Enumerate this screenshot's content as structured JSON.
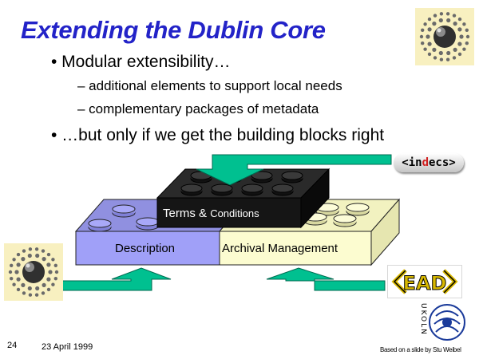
{
  "slide": {
    "title": "Extending the Dublin Core",
    "bullets": [
      {
        "text": "• Modular extensibility…",
        "subs": [
          "– additional elements to support local needs",
          "– complementary packages of metadata"
        ]
      },
      {
        "text": "• …but only if we get the building blocks right"
      }
    ]
  },
  "diagram": {
    "blocks": {
      "description": "Description",
      "archival": "Archival Management",
      "terms_main": "Terms & ",
      "terms_small": "Conditions"
    },
    "colors": {
      "description_face": "#a0a0f8",
      "description_top": "#9090e0",
      "archival_face": "#fcfcd0",
      "archival_top": "#f2f2c0",
      "black_brick": "#151515",
      "arrow": "#00c090"
    }
  },
  "logos": {
    "indecs": {
      "open": "<in",
      "mid": "d",
      "close": "ecs>"
    },
    "ead": "EAD",
    "ukoln": "UKOLN"
  },
  "footer": {
    "slide_number": "24",
    "date": "23 April 1999",
    "credit": "Based on a slide by Stu Weibel"
  }
}
